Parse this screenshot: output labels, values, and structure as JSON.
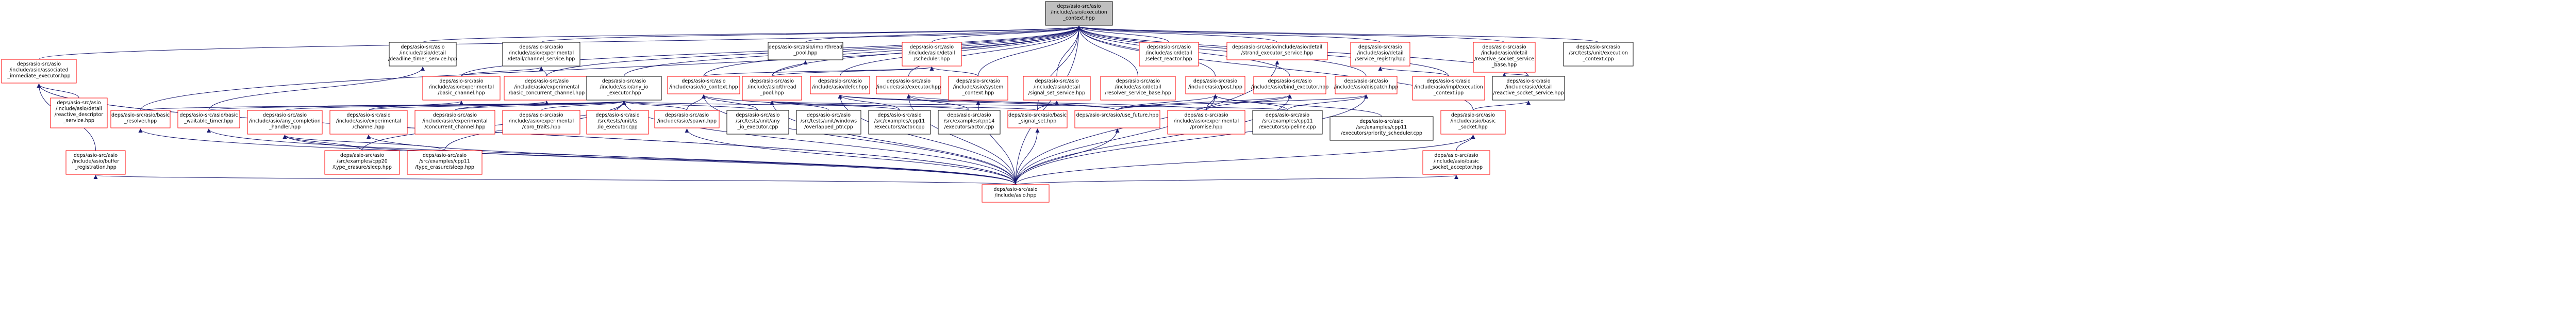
{
  "colors": {
    "edge": "#191970",
    "root_fill": "#bfbfbf",
    "red_border": "#ff0000",
    "black_border": "#000000"
  },
  "nodes": [
    {
      "id": "root",
      "lines": [
        "deps/asio-src/asio",
        "/include/asio/execution",
        "_context.hpp"
      ],
      "border": "root"
    },
    {
      "id": "assoc_imm",
      "lines": [
        "deps/asio-src/asio",
        "/include/asio/associated",
        "_immediate_executor.hpp"
      ],
      "border": "red"
    },
    {
      "id": "deadline",
      "lines": [
        "deps/asio-src/asio",
        "/include/asio/detail",
        "/deadline_timer_service.hpp"
      ],
      "border": "black"
    },
    {
      "id": "exp_ch_serv",
      "lines": [
        "deps/asio-src/asio",
        "/include/asio/experimental",
        "/detail/channel_service.hpp"
      ],
      "border": "black"
    },
    {
      "id": "thread_pool_impl",
      "lines": [
        "deps/asio-src/asio/impl/thread",
        "_pool.hpp"
      ],
      "border": "black"
    },
    {
      "id": "scheduler",
      "lines": [
        "deps/asio-src/asio",
        "/include/asio/detail",
        "/scheduler.hpp"
      ],
      "border": "red"
    },
    {
      "id": "select_reactor",
      "lines": [
        "deps/asio-src/asio",
        "/include/asio/detail",
        "/select_reactor.hpp"
      ],
      "border": "red"
    },
    {
      "id": "strand_exec",
      "lines": [
        "deps/asio-src/asio/include/asio/detail",
        "/strand_executor_service.hpp"
      ],
      "border": "red"
    },
    {
      "id": "service_reg",
      "lines": [
        "deps/asio-src/asio",
        "/include/asio/detail",
        "/service_registry.hpp"
      ],
      "border": "red"
    },
    {
      "id": "reactive_acc",
      "lines": [
        "deps/asio-src/asio",
        "/include/asio/detail",
        "/reactive_socket_service",
        "_base.hpp"
      ],
      "border": "red"
    },
    {
      "id": "unit_exec_ctx",
      "lines": [
        "deps/asio-src/asio",
        "/src/tests/unit/execution",
        "_context.cpp"
      ],
      "border": "black"
    },
    {
      "id": "exp_basic_ch",
      "lines": [
        "deps/asio-src/asio",
        "/include/asio/experimental",
        "/basic_channel.hpp"
      ],
      "border": "red"
    },
    {
      "id": "exp_basic_cch",
      "lines": [
        "deps/asio-src/asio",
        "/include/asio/experimental",
        "/basic_concurrent_channel.hpp"
      ],
      "border": "red"
    },
    {
      "id": "any_io_exec",
      "lines": [
        "deps/asio-src/asio",
        "/include/asio/any_io",
        "_executor.hpp"
      ],
      "border": "black"
    },
    {
      "id": "io_context",
      "lines": [
        "deps/asio-src/asio",
        "/include/asio/io_context.hpp"
      ],
      "border": "red"
    },
    {
      "id": "thread_pool",
      "lines": [
        "deps/asio-src/asio",
        "/include/asio/thread",
        "_pool.hpp"
      ],
      "border": "red"
    },
    {
      "id": "defer",
      "lines": [
        "deps/asio-src/asio",
        "/include/asio/defer.hpp"
      ],
      "border": "red"
    },
    {
      "id": "executor",
      "lines": [
        "deps/asio-src/asio",
        "/include/asio/executor.hpp"
      ],
      "border": "red"
    },
    {
      "id": "system_ctx",
      "lines": [
        "deps/asio-src/asio",
        "/include/asio/system",
        "_context.hpp"
      ],
      "border": "red"
    },
    {
      "id": "signal_set_serv",
      "lines": [
        "deps/asio-src/asio",
        "/include/asio/detail",
        "/signal_set_service.hpp"
      ],
      "border": "red"
    },
    {
      "id": "resolver_serv",
      "lines": [
        "deps/asio-src/asio",
        "/include/asio/detail",
        "/resolver_service_base.hpp"
      ],
      "border": "red"
    },
    {
      "id": "post",
      "lines": [
        "deps/asio-src/asio",
        "/include/asio/post.hpp"
      ],
      "border": "red"
    },
    {
      "id": "bind_exec",
      "lines": [
        "deps/asio-src/asio",
        "/include/asio/bind_executor.hpp"
      ],
      "border": "red"
    },
    {
      "id": "dispatch",
      "lines": [
        "deps/asio-src/asio",
        "/include/asio/dispatch.hpp"
      ],
      "border": "red"
    },
    {
      "id": "impl_exec_ctx",
      "lines": [
        "deps/asio-src/asio",
        "/include/asio/impl/execution",
        "_context.ipp"
      ],
      "border": "red"
    },
    {
      "id": "reactive_sock",
      "lines": [
        "deps/asio-src/asio",
        "/include/asio/detail",
        "/reactive_socket_service.hpp"
      ],
      "border": "black"
    },
    {
      "id": "reactive_desc",
      "lines": [
        "deps/asio-src/asio",
        "/include/asio/detail",
        "/reactive_descriptor",
        "_service.hpp"
      ],
      "border": "red"
    },
    {
      "id": "basic_resolver",
      "lines": [
        "deps/asio-src/asio/basic",
        "_resolver.hpp"
      ],
      "border": "red"
    },
    {
      "id": "basic_waitable",
      "lines": [
        "deps/asio-src/asio/basic",
        "_waitable_timer.hpp"
      ],
      "border": "red"
    },
    {
      "id": "any_completion",
      "lines": [
        "deps/asio-src/asio",
        "/include/asio/any_completion",
        "_handler.hpp"
      ],
      "border": "red"
    },
    {
      "id": "exp_channel",
      "lines": [
        "deps/asio-src/asio",
        "/include/asio/experimental",
        "/channel.hpp"
      ],
      "border": "red"
    },
    {
      "id": "exp_cchannel",
      "lines": [
        "deps/asio-src/asio",
        "/include/asio/experimental",
        "/concurrent_channel.hpp"
      ],
      "border": "red"
    },
    {
      "id": "exp_coro",
      "lines": [
        "deps/asio-src/asio",
        "/include/asio/experimental",
        "/coro_traits.hpp"
      ],
      "border": "red"
    },
    {
      "id": "unit_ts_io",
      "lines": [
        "deps/asio-src/asio",
        "/src/tests/unit/ts",
        "/io_executor.cpp"
      ],
      "border": "red"
    },
    {
      "id": "spawn",
      "lines": [
        "deps/asio-src/asio",
        "/include/asio/spawn.hpp"
      ],
      "border": "red"
    },
    {
      "id": "unit_any_io",
      "lines": [
        "deps/asio-src/asio",
        "/src/tests/unit/any",
        "_io_executor.cpp"
      ],
      "border": "black"
    },
    {
      "id": "unit_win_ov",
      "lines": [
        "deps/asio-src/asio",
        "/src/tests/unit/windows",
        "/overlapped_ptr.cpp"
      ],
      "border": "black"
    },
    {
      "id": "cpp11_actor",
      "lines": [
        "deps/asio-src/asio",
        "/src/examples/cpp11",
        "/executors/actor.cpp"
      ],
      "border": "black"
    },
    {
      "id": "cpp14_actor",
      "lines": [
        "deps/asio-src/asio",
        "/src/examples/cpp14",
        "/executors/actor.cpp"
      ],
      "border": "black"
    },
    {
      "id": "basic_signal",
      "lines": [
        "deps/asio-src/asio/basic",
        "_signal_set.hpp"
      ],
      "border": "red"
    },
    {
      "id": "use_future",
      "lines": [
        "deps/asio-src/asio/use_future.hpp"
      ],
      "border": "red"
    },
    {
      "id": "exp_promise",
      "lines": [
        "deps/asio-src/asio",
        "/include/asio/experimental",
        "/promise.hpp"
      ],
      "border": "red"
    },
    {
      "id": "cpp11_pipeline",
      "lines": [
        "deps/asio-src/asio",
        "/src/examples/cpp11",
        "/executors/pipeline.cpp"
      ],
      "border": "black"
    },
    {
      "id": "priority_sched",
      "lines": [
        "deps/asio-src/asio",
        "/src/examples/cpp11",
        "/executors/priority_scheduler.cpp"
      ],
      "border": "black"
    },
    {
      "id": "basic_socket",
      "lines": [
        "deps/asio-src/asio",
        "/include/asio/basic",
        "_socket.hpp"
      ],
      "border": "red"
    },
    {
      "id": "buffer_reg",
      "lines": [
        "deps/asio-src/asio",
        "/include/asio/buffer",
        "_registration.hpp"
      ],
      "border": "red"
    },
    {
      "id": "cpp20_sleep",
      "lines": [
        "deps/asio-src/asio",
        "/src/examples/cpp20",
        "/type_erasure/sleep.hpp"
      ],
      "border": "red"
    },
    {
      "id": "cpp11_sleep",
      "lines": [
        "deps/asio-src/asio",
        "/src/examples/cpp11",
        "/type_erasure/sleep.hpp"
      ],
      "border": "red"
    },
    {
      "id": "basic_acceptor",
      "lines": [
        "deps/asio-src/asio",
        "/include/asio/basic",
        "_socket_acceptor.hpp"
      ],
      "border": "red"
    },
    {
      "id": "asio_hpp",
      "lines": [
        "deps/asio-src/asio",
        "/include/asio.hpp"
      ],
      "border": "red"
    }
  ],
  "edges": [
    [
      "assoc_imm",
      "root"
    ],
    [
      "deadline",
      "root"
    ],
    [
      "exp_ch_serv",
      "root"
    ],
    [
      "thread_pool_impl",
      "root"
    ],
    [
      "scheduler",
      "root"
    ],
    [
      "select_reactor",
      "root"
    ],
    [
      "strand_exec",
      "root"
    ],
    [
      "service_reg",
      "root"
    ],
    [
      "reactive_acc",
      "root"
    ],
    [
      "unit_exec_ctx",
      "root"
    ],
    [
      "any_io_exec",
      "root"
    ],
    [
      "io_context",
      "root"
    ],
    [
      "thread_pool",
      "root"
    ],
    [
      "defer",
      "root"
    ],
    [
      "executor",
      "root"
    ],
    [
      "system_ctx",
      "root"
    ],
    [
      "signal_set_serv",
      "root"
    ],
    [
      "resolver_serv",
      "root"
    ],
    [
      "post",
      "root"
    ],
    [
      "bind_exec",
      "root"
    ],
    [
      "dispatch",
      "root"
    ],
    [
      "impl_exec_ctx",
      "root"
    ],
    [
      "reactive_sock",
      "root"
    ],
    [
      "exp_basic_ch",
      "root"
    ],
    [
      "exp_basic_cch",
      "root"
    ],
    [
      "basic_socket",
      "root"
    ],
    [
      "basic_resolver",
      "root"
    ],
    [
      "basic_signal",
      "root"
    ],
    [
      "reactive_desc",
      "assoc_imm"
    ],
    [
      "buffer_reg",
      "assoc_imm"
    ],
    [
      "asio_hpp",
      "assoc_imm"
    ],
    [
      "basic_waitable",
      "deadline"
    ],
    [
      "exp_basic_ch",
      "exp_ch_serv"
    ],
    [
      "exp_basic_cch",
      "exp_ch_serv"
    ],
    [
      "thread_pool",
      "thread_pool_impl"
    ],
    [
      "thread_pool",
      "scheduler"
    ],
    [
      "system_ctx",
      "scheduler"
    ],
    [
      "io_context",
      "scheduler"
    ],
    [
      "impl_exec_ctx",
      "service_reg"
    ],
    [
      "reactive_sock",
      "reactive_acc"
    ],
    [
      "exp_channel",
      "exp_basic_ch"
    ],
    [
      "exp_cchannel",
      "exp_basic_cch"
    ],
    [
      "basic_resolver",
      "any_io_exec"
    ],
    [
      "basic_waitable",
      "any_io_exec"
    ],
    [
      "any_completion",
      "any_io_exec"
    ],
    [
      "exp_channel",
      "any_io_exec"
    ],
    [
      "exp_cchannel",
      "any_io_exec"
    ],
    [
      "exp_coro",
      "any_io_exec"
    ],
    [
      "unit_ts_io",
      "any_io_exec"
    ],
    [
      "spawn",
      "any_io_exec"
    ],
    [
      "unit_any_io",
      "any_io_exec"
    ],
    [
      "cpp20_sleep",
      "any_io_exec"
    ],
    [
      "cpp11_sleep",
      "any_io_exec"
    ],
    [
      "basic_signal",
      "any_io_exec"
    ],
    [
      "spawn",
      "io_context"
    ],
    [
      "unit_any_io",
      "io_context"
    ],
    [
      "unit_win_ov",
      "io_context"
    ],
    [
      "cpp11_actor",
      "thread_pool"
    ],
    [
      "cpp14_actor",
      "thread_pool"
    ],
    [
      "cpp11_pipeline",
      "thread_pool"
    ],
    [
      "use_future",
      "defer"
    ],
    [
      "exp_promise",
      "defer"
    ],
    [
      "cpp11_actor",
      "defer"
    ],
    [
      "cpp14_actor",
      "executor"
    ],
    [
      "use_future",
      "executor"
    ],
    [
      "basic_signal",
      "signal_set_serv"
    ],
    [
      "use_future",
      "post"
    ],
    [
      "exp_promise",
      "post"
    ],
    [
      "cpp11_pipeline",
      "post"
    ],
    [
      "priority_sched",
      "post"
    ],
    [
      "exp_promise",
      "bind_exec"
    ],
    [
      "use_future",
      "bind_exec"
    ],
    [
      "use_future",
      "dispatch"
    ],
    [
      "cpp11_pipeline",
      "dispatch"
    ],
    [
      "basic_socket",
      "reactive_sock"
    ],
    [
      "cpp20_sleep",
      "any_completion"
    ],
    [
      "cpp11_sleep",
      "any_completion"
    ],
    [
      "basic_acceptor",
      "basic_socket"
    ],
    [
      "asio_hpp",
      "basic_resolver"
    ],
    [
      "asio_hpp",
      "basic_waitable"
    ],
    [
      "asio_hpp",
      "any_completion"
    ],
    [
      "asio_hpp",
      "buffer_reg"
    ],
    [
      "asio_hpp",
      "basic_signal"
    ],
    [
      "asio_hpp",
      "basic_acceptor"
    ],
    [
      "asio_hpp",
      "basic_socket"
    ],
    [
      "asio_hpp",
      "use_future"
    ],
    [
      "asio_hpp",
      "post"
    ],
    [
      "asio_hpp",
      "defer"
    ],
    [
      "asio_hpp",
      "dispatch"
    ],
    [
      "asio_hpp",
      "bind_exec"
    ],
    [
      "asio_hpp",
      "executor"
    ],
    [
      "asio_hpp",
      "io_context"
    ],
    [
      "asio_hpp",
      "thread_pool"
    ],
    [
      "asio_hpp",
      "system_ctx"
    ],
    [
      "asio_hpp",
      "exp_channel"
    ],
    [
      "asio_hpp",
      "spawn"
    ],
    [
      "asio_hpp",
      "any_io_exec"
    ],
    [
      "asio_hpp",
      "strand_exec"
    ],
    [
      "asio_hpp",
      "root"
    ],
    [
      "asio_hpp",
      "assoc_imm"
    ]
  ]
}
